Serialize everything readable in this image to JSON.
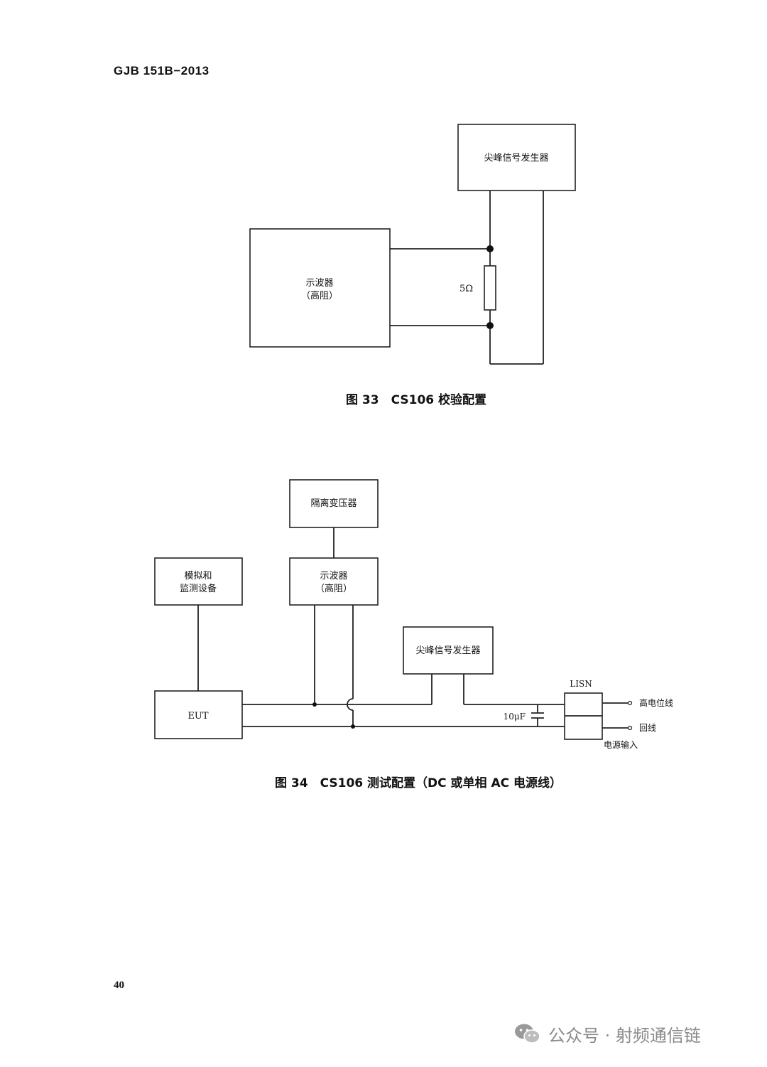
{
  "header": {
    "standard_code": "GJB 151B−2013"
  },
  "figure33": {
    "caption": "图 33　CS106 校验配置",
    "spike_generator": "尖峰信号发生器",
    "oscilloscope_line1": "示波器",
    "oscilloscope_line2": "（高阻）",
    "resistor_value": "5Ω"
  },
  "figure34": {
    "caption": "图 34　CS106 测试配置（DC 或单相 AC 电源线）",
    "isolation_transformer": "隔离变压器",
    "simulation_line1": "模拟和",
    "simulation_line2": "监测设备",
    "oscilloscope_line1": "示波器",
    "oscilloscope_line2": "（高阻）",
    "spike_generator": "尖峰信号发生器",
    "eut": "EUT",
    "capacitor": "10μF",
    "lisn": "LISN",
    "high_line": "高电位线",
    "return_line": "回线",
    "power_input": "电源输入"
  },
  "page_number": "40",
  "watermark": {
    "text": "公众号 · 射频通信链",
    "icon": "wechat-icon"
  }
}
